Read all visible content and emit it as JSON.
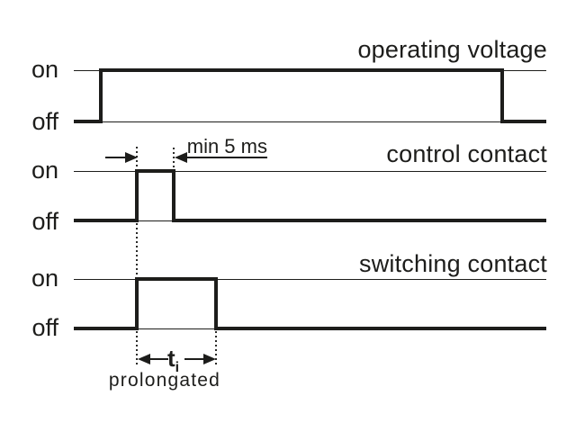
{
  "diagram": {
    "rows": [
      {
        "title": "operating voltage",
        "on_label": "on",
        "off_label": "off"
      },
      {
        "title": "control contact",
        "on_label": "on",
        "off_label": "off"
      },
      {
        "title": "switching contact",
        "on_label": "on",
        "off_label": "off"
      }
    ],
    "annotations": {
      "min_pulse_label": "min 5 ms",
      "interval_symbol": "t",
      "interval_subscript": "i",
      "interval_caption": "prolongated"
    },
    "colors": {
      "ink": "#1d1d1b",
      "background": "#ffffff"
    },
    "waveforms": [
      {
        "signal": "operating voltage",
        "behavior": "rises shortly after start, stays on, falls shortly before end"
      },
      {
        "signal": "control contact",
        "behavior": "short pulse of at least 5 ms while operating voltage is on"
      },
      {
        "signal": "switching contact",
        "behavior": "closes with control pulse and stays closed for prolonged interval t_i"
      }
    ]
  }
}
